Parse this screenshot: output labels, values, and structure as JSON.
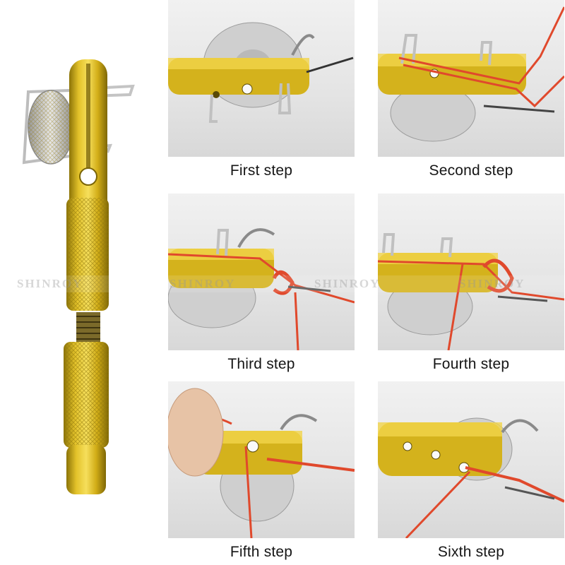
{
  "steps": [
    {
      "caption": "First step"
    },
    {
      "caption": "Second step"
    },
    {
      "caption": "Third step"
    },
    {
      "caption": "Fourth step"
    },
    {
      "caption": "Fifth step"
    },
    {
      "caption": "Sixth step"
    }
  ],
  "watermark": {
    "text": "SHINROY"
  },
  "colors": {
    "tool_gold": "#d4b21c",
    "tool_gold_dark": "#a88a0e",
    "line_red": "#e0492c",
    "steel": "#c9c9c9",
    "photo_bg": "#e8e8e8"
  },
  "icons": {
    "tool": "knot-tying-tool-image",
    "hook": "fish-hook-image"
  }
}
